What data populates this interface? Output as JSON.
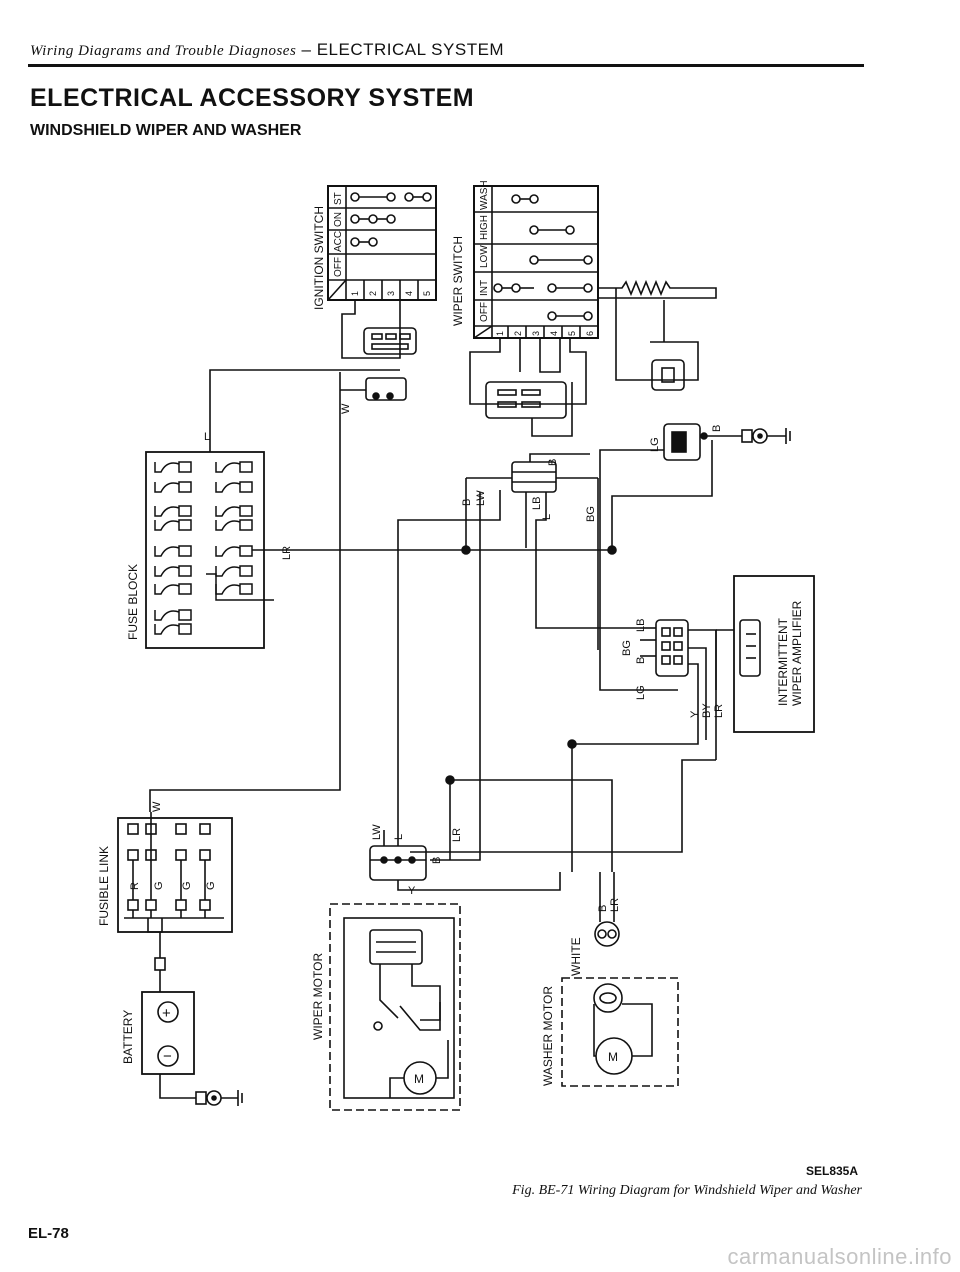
{
  "header": {
    "italic": "Wiring Diagrams and Trouble Diagnoses",
    "dash": " – ",
    "section": "ELECTRICAL SYSTEM"
  },
  "title": "ELECTRICAL ACCESSORY SYSTEM",
  "subtitle": "WINDSHIELD WIPER AND WASHER",
  "components": {
    "ignition_switch": "IGNITION SWITCH",
    "wiper_switch": "WIPER SWITCH",
    "fuse_block": "FUSE BLOCK",
    "intermittent_amp_line1": "INTERMITTENT",
    "intermittent_amp_line2": "WIPER AMPLIFIER",
    "fusible_link": "FUSIBLE LINK",
    "battery": "BATTERY",
    "wiper_motor": "WIPER MOTOR",
    "washer_motor": "WASHER MOTOR",
    "washer_white": "WHITE"
  },
  "ignition_positions": [
    "OFF",
    "ACC",
    "ON",
    "ST"
  ],
  "ignition_terminals": [
    "1",
    "2",
    "3",
    "4",
    "5"
  ],
  "wiper_positions": [
    "OFF",
    "INT",
    "LOW",
    "HIGH",
    "WASH"
  ],
  "wiper_terminals": [
    "1",
    "2",
    "3",
    "4",
    "5",
    "6"
  ],
  "wire_labels": {
    "w_top": "W",
    "l_fuse": "L",
    "lr_fuse": "LR",
    "b_upper": "B",
    "lw_upper": "LW",
    "lb_upper": "LB",
    "l_upper": "L",
    "bg_upper": "BG",
    "b_right": "B",
    "lg_right": "LG",
    "bg_amp": "BG",
    "b_amp": "B",
    "lb_amp": "LB",
    "lg_amp": "LG",
    "y_amp": "Y",
    "by_amp": "BY",
    "lr_amp": "LR",
    "w_link": "W",
    "r_link": "R",
    "g_link1": "G",
    "g_link2": "G",
    "g_link3": "G",
    "lw_motor": "LW",
    "l_motor": "L",
    "lr_motor": "LR",
    "b_motor": "B",
    "y_motor": "Y",
    "b_washer": "B",
    "lr_washer": "LR",
    "motor_m": "M",
    "washer_m": "M",
    "plus": "+",
    "minus": "−"
  },
  "figure_code": "SEL835A",
  "caption": "Fig. BE-71  Wiring Diagram for Windshield Wiper and Washer",
  "page_number": "EL-78",
  "footer_url": "carmanualsonline.info"
}
